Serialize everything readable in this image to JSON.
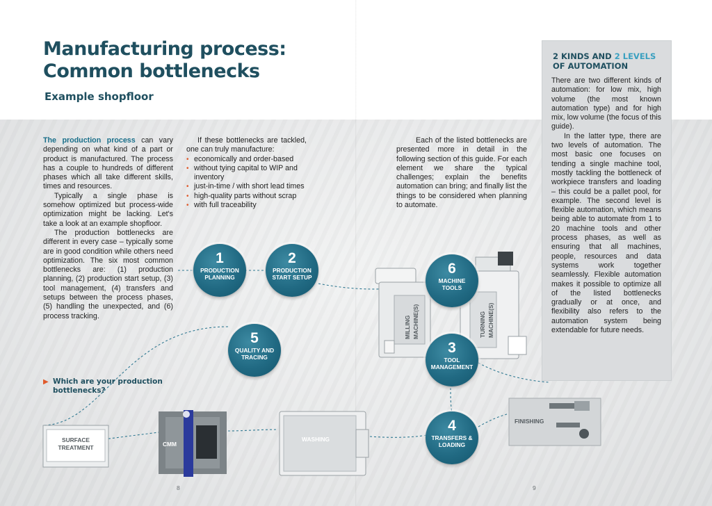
{
  "header": {
    "title_line1": "Manufacturing process:",
    "title_line2": "Common bottlenecks",
    "subtitle": "Example shopfloor"
  },
  "column1": {
    "p1_lead": "The production process",
    "p1_rest": " can vary depending on what kind of a part or product is manufactured. The process has a couple to hundreds of different phases which all take different skills, times and resources.",
    "p2": "Typically a single phase is somehow optimized but process-wide optimization might be lacking. Let's take a look at an example shopfloor.",
    "p3": "The production bottlenecks are different in every case – typically some are in good condition while others need optimization. The six most common bottlenecks are: (1) production planning, (2) production start setup, (3) tool management, (4) transfers and setups between the process phases, (5) handling the unexpected, and (6) process tracking."
  },
  "column2": {
    "intro": "If these bottlenecks are tackled, one can truly manufacture:",
    "bullet_char": "•",
    "bullets": [
      "economically and order-based",
      "without tying capital to WIP and inventory",
      "just-in-time / with short lead times",
      "high-quality parts without scrap",
      "with full traceability"
    ]
  },
  "column3": {
    "text": "Each of the listed bottlenecks are presented more in detail in the following section of this guide. For each element we share the typical challenges; explain the benefits automation can bring; and finally list the things to be considered when planning to automate."
  },
  "cta": {
    "arrow": "▶",
    "text": "Which are your production bottlenecks?"
  },
  "sidebar": {
    "title_pre": "2 KINDS AND ",
    "title_hl": "2 LEVELS",
    "title_post": "OF AUTOMATION",
    "p1": "There are two different kinds of automation: for low mix, high volume (the most known automation type) and for high mix, low volume (the focus of this guide).",
    "p2": "In the latter type, there are two levels of automation. The most basic one focuses on tending a single machine tool, mostly tackling the bottleneck of workpiece transfers and loading – this could be a pallet pool, for example. The second level is flexible automation, which means being able to automate from 1 to 20 machine tools and other process phases, as well as ensuring that all machines, people, resources and data systems work together seamlessly. Flexible automation makes it possible to optimize all of the listed bottlenecks gradually or at once, and flexibility also refers to the automation system being extendable for future needs."
  },
  "phases": [
    {
      "num": "1",
      "label": "PRODUCTION PLANNING"
    },
    {
      "num": "2",
      "label": "PRODUCTION START SETUP"
    },
    {
      "num": "3",
      "label": "TOOL MANAGEMENT"
    },
    {
      "num": "4",
      "label": "TRANSFERS & LOADING"
    },
    {
      "num": "5",
      "label": "QUALITY AND TRACING"
    },
    {
      "num": "6",
      "label": "MACHINE TOOLS"
    }
  ],
  "machines": {
    "surface_l1": "SURFACE",
    "surface_l2": "TREATMENT",
    "cmm": "CMM",
    "washing": "WASHING",
    "milling_l1": "MILLING",
    "milling_l2": "MACHINE(S)",
    "turning_l1": "TURNING",
    "turning_l2": "MACHINE(S)",
    "finishing": "FINISHING"
  },
  "page_numbers": {
    "left": "8",
    "right": "9"
  },
  "colors": {
    "accent": "#1f4f5f",
    "highlight": "#3aa0c0",
    "bullet": "#e05a2b",
    "circle": "#216a83",
    "cmm_blue": "#2b3a9c"
  }
}
